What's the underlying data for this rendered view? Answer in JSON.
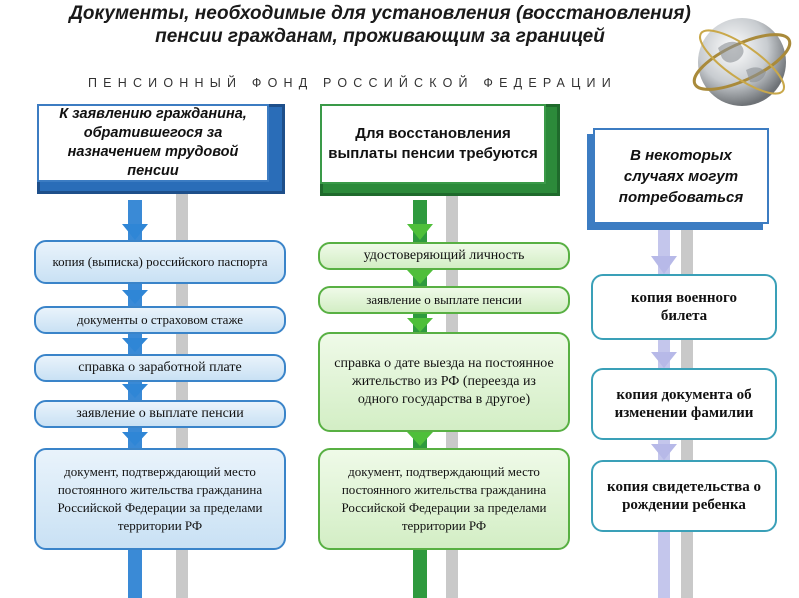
{
  "header": {
    "title": "Документы, необходимые для установления (восстановления) пенсии гражданам, проживающим за границей",
    "subtitle": "ПЕНСИОННЫЙ ФОНД РОССИЙСКОЙ ФЕДЕРАЦИИ"
  },
  "columns": {
    "left": {
      "heading": "К заявлению гражданина, обратившегося за назначением трудовой пенсии",
      "items": [
        "копия (выписка) российского паспорта",
        "документы о страховом стаже",
        "справка о заработной плате",
        "заявление о выплате пенсии",
        "документ, подтверждающий место постоянного жительства гражданина Российской Федерации за пределами территории РФ"
      ]
    },
    "middle": {
      "heading": "Для восстановления выплаты пенсии требуются",
      "items": [
        "удостоверяющий личность",
        "заявление о выплате пенсии",
        "справка о дате выезда на постоянное жительство из РФ (переезда из одного государства в другое)",
        "документ, подтверждающий место постоянного жительства гражданина Российской Федерации за пределами территории РФ"
      ]
    },
    "right": {
      "heading": "В некоторых случаях могут потребоваться",
      "items": [
        "копия военного билета",
        "копия документа об изменении фамилии",
        "копия свидетельства о рождении ребенка"
      ]
    }
  },
  "colors": {
    "blue": "#3a84c9",
    "green": "#58b043",
    "lavender": "#b9bce8"
  },
  "icons": {
    "globe": "globe-icon"
  }
}
